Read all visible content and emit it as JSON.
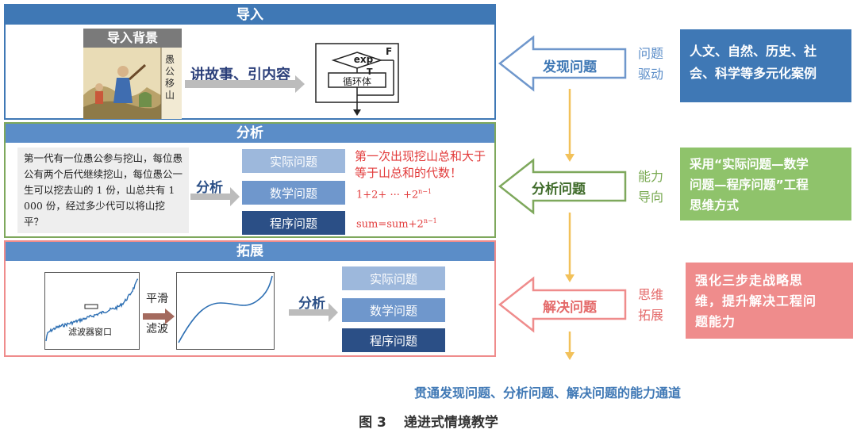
{
  "colors": {
    "blue_dark": "#3f78b5",
    "blue_mid": "#5b8dc8",
    "blue_light": "#9db8dc",
    "navy": "#2b4f86",
    "green": "#7ea85c",
    "green_light": "#8fc36b",
    "green_text": "#77a84f",
    "pink": "#ef8c8c",
    "pink_text": "#e46a6a",
    "red_text": "#e23b3b",
    "yellow": "#f2c15a"
  },
  "intro": {
    "header": "导入",
    "image_title": "导入背景",
    "painting_caption": "愚公移山",
    "arrow_text": "讲故事、引内容",
    "flow_exp": "exp",
    "flow_f": "F",
    "flow_t": "T",
    "flow_body": "循环体"
  },
  "analysis": {
    "header": "分析",
    "story": "第一代有一位愚公参与挖山，每位愚公有两个后代继续挖山，每位愚公一生可以挖去山的 1 份，山总共有 1 000 份，经过多少代可以将山挖平？",
    "arrow_text": "分析",
    "boxes": [
      "实际问题",
      "数学问题",
      "程序问题"
    ],
    "red_question": "第一次出现挖山总和大于等于山总和的代数！",
    "formula_sum": "1+2+ ··· +2",
    "formula_sum_exp": "n−1",
    "formula_code": "sum=sum+2",
    "formula_code_exp": "n−1"
  },
  "extension": {
    "header": "拓展",
    "window_label": "滤波器窗口",
    "arrow_text_1": "平滑",
    "arrow_text_2": "滤波",
    "analysis_label": "分析",
    "boxes": [
      "实际问题",
      "数学问题",
      "程序问题"
    ]
  },
  "right": {
    "arrows": [
      "发现问题",
      "分析问题",
      "解决问题"
    ],
    "side_labels": [
      [
        "问题",
        "驱动"
      ],
      [
        "能力",
        "导向"
      ],
      [
        "思维",
        "拓展"
      ]
    ],
    "boxes": [
      [
        "人文、自然、历史、社",
        "会、科学等多元化案例"
      ],
      [
        "采用“实际问题—数学",
        "问题—程序问题”工程",
        "思维方式"
      ],
      [
        "强化三步走战略思",
        "维，提升解决工程问",
        "题能力"
      ]
    ],
    "channel_text": "贯通发现问题、分析问题、解决问题的能力通道"
  },
  "caption": {
    "figure_no": "图 3",
    "title": "递进式情境教学"
  }
}
